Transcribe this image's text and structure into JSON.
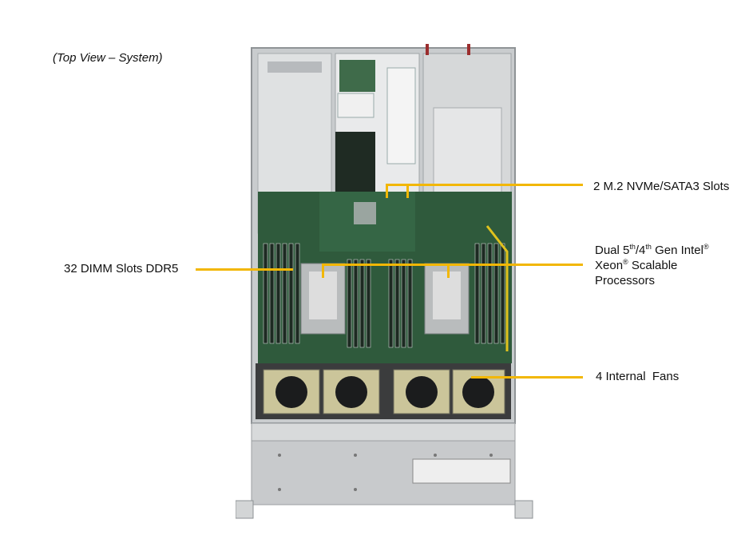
{
  "caption": "(Top View – System)",
  "callouts": {
    "m2": {
      "text": "2 M.2 NVMe/SATA3 Slots"
    },
    "cpu": {
      "line1_a": "Dual 5",
      "line1_sup1": "th",
      "line1_b": "/4",
      "line1_sup2": "th",
      "line1_c": " Gen Intel",
      "line1_sup3": "®",
      "line2_a": "Xeon",
      "line2_sup": "®",
      "line2_b": " Scalable",
      "line3": "Processors"
    },
    "dimm": {
      "text": "32 DIMM Slots DDR5"
    },
    "fans": {
      "text": "4 Internal  Fans"
    }
  },
  "colors": {
    "callout_line": "#f2b705",
    "chassis": "#cfd2d4",
    "board": "#2f5a3c"
  }
}
